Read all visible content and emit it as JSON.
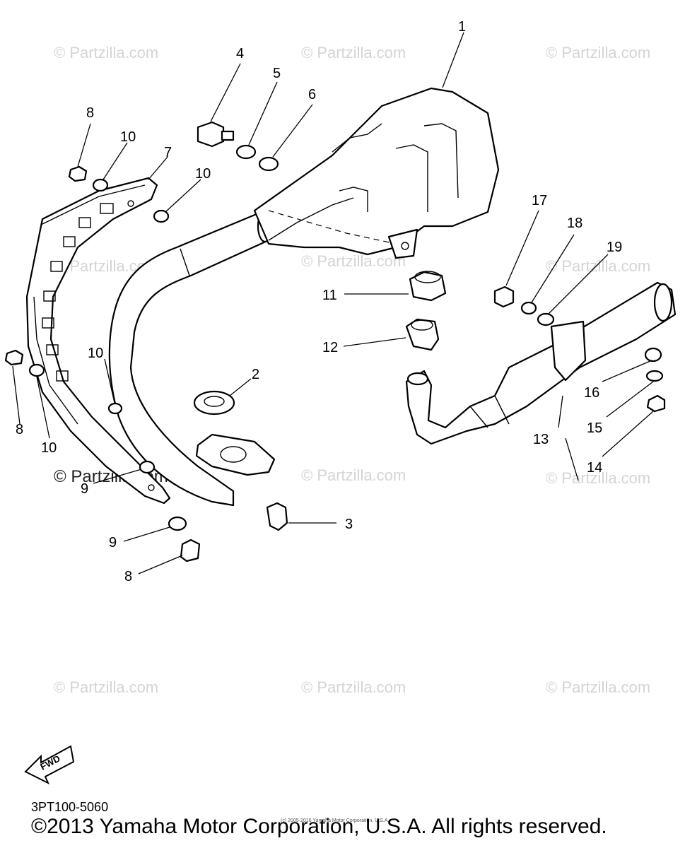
{
  "watermark": "© Partzilla.com",
  "fwd_label": "FWD",
  "diagram_code": "3PT100-5060",
  "copyright": "©2013 Yamaha Motor Corporation, U.S.A. All rights reserved.",
  "small_copyright": "(c) 2005-2016 Yamaha Motor Corporation, U.S.A.",
  "callouts": {
    "c1": "1",
    "c2": "2",
    "c3": "3",
    "c4": "4",
    "c5": "5",
    "c6": "6",
    "c7": "7",
    "c8a": "8",
    "c8b": "8",
    "c8c": "8",
    "c9a": "9",
    "c9b": "9",
    "c10a": "10",
    "c10b": "10",
    "c10c": "10",
    "c10d": "10",
    "c11": "11",
    "c12": "12",
    "c13": "13",
    "c14": "14",
    "c15": "15",
    "c16": "16",
    "c17": "17",
    "c18": "18",
    "c19": "19"
  }
}
